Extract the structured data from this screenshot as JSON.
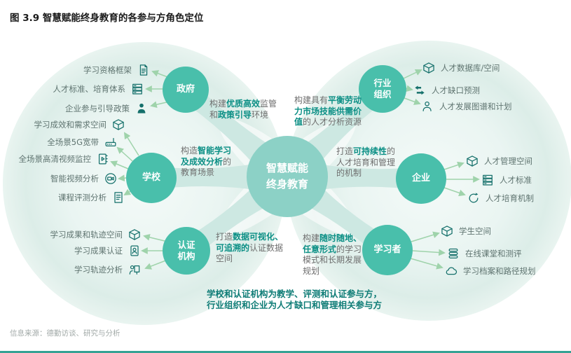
{
  "title": "图 3.9 智慧赋能终身教育的各参与方角色定位",
  "center": {
    "line1": "智慧赋能",
    "line2": "终身教育"
  },
  "nodes": {
    "government": {
      "label": "政府"
    },
    "industry": {
      "line1": "行业",
      "line2": "组织"
    },
    "school": {
      "label": "学校"
    },
    "enterprise": {
      "label": "企业"
    },
    "certification": {
      "line1": "认证",
      "line2": "机构"
    },
    "learner": {
      "label": "学习者"
    }
  },
  "descriptions": {
    "government": {
      "p1": "构建",
      "b1": "优质高效",
      "p2": "监管和",
      "b2": "政策引导",
      "p3": "环境"
    },
    "industry": {
      "p1": "构建具有",
      "b1": "平衡劳动力市场技能供需价值",
      "p2": "的人才分析资源"
    },
    "school": {
      "p1": "构造",
      "b1": "智能学习及成效分析",
      "p2": "的教育场景"
    },
    "enterprise": {
      "p1": "打造",
      "b1": "可持续性",
      "p2": "的人才培育和管理的机制"
    },
    "certification": {
      "p1": "打造",
      "b1": "数据可视化、可追溯的",
      "p2": "认证数据空间"
    },
    "learner": {
      "p1": "构建",
      "b1": "随时随地、任意形式",
      "p2": "的学习模式和长期发展规划"
    }
  },
  "items": {
    "government": [
      {
        "label": "学习资格框架",
        "icon": "document-icon"
      },
      {
        "label": "人才标准、培育体系",
        "icon": "list-icon"
      },
      {
        "label": "企业参与引导政策",
        "icon": "person-fill-icon"
      }
    ],
    "school": [
      {
        "label": "学习成效和需求空间",
        "icon": "cube-icon"
      },
      {
        "label": "全场景5G宽带",
        "icon": "router-icon"
      },
      {
        "label": "全场景高清视频监控",
        "icon": "video-file-icon"
      },
      {
        "label": "智能视频分析",
        "icon": "video-camera-icon"
      },
      {
        "label": "课程评测分析",
        "icon": "document-lines-icon"
      }
    ],
    "certification": [
      {
        "label": "学习成果和轨迹空间",
        "icon": "cube-icon"
      },
      {
        "label": "学习成果认证",
        "icon": "id-badge-icon"
      },
      {
        "label": "学习轨迹分析",
        "icon": "presenter-icon"
      }
    ],
    "industry": [
      {
        "label": "人才数据库/空间",
        "icon": "cube-icon"
      },
      {
        "label": "人才缺口预测",
        "icon": "swap-arrows-icon"
      },
      {
        "label": "人才发展图谱和计划",
        "icon": "person-outline-icon"
      }
    ],
    "enterprise": [
      {
        "label": "人才管理空间",
        "icon": "cube-icon"
      },
      {
        "label": "人才标准",
        "icon": "list-icon"
      },
      {
        "label": "人才培育机制",
        "icon": "refresh-icon"
      }
    ],
    "learner": [
      {
        "label": "学生空间",
        "icon": "cube-icon"
      },
      {
        "label": "在线课堂和测评",
        "icon": "books-icon"
      },
      {
        "label": "学习档案和路径规划",
        "icon": "cloud-icon"
      }
    ]
  },
  "note": {
    "line1": "学校和认证机构为教学、评测和认证参与方，",
    "line2": "行业组织和企业为人才缺口和管理相关参与方"
  },
  "source": "信息来源：德勤访谈、研究与分析",
  "colors": {
    "satellite": "#49bfab",
    "center": "#8cd1c6",
    "accent": "#0b8f85",
    "note": "#0e7c76",
    "arrow": "#9fd3ab",
    "connector": "#cde8e2",
    "icon": "#15706b"
  }
}
